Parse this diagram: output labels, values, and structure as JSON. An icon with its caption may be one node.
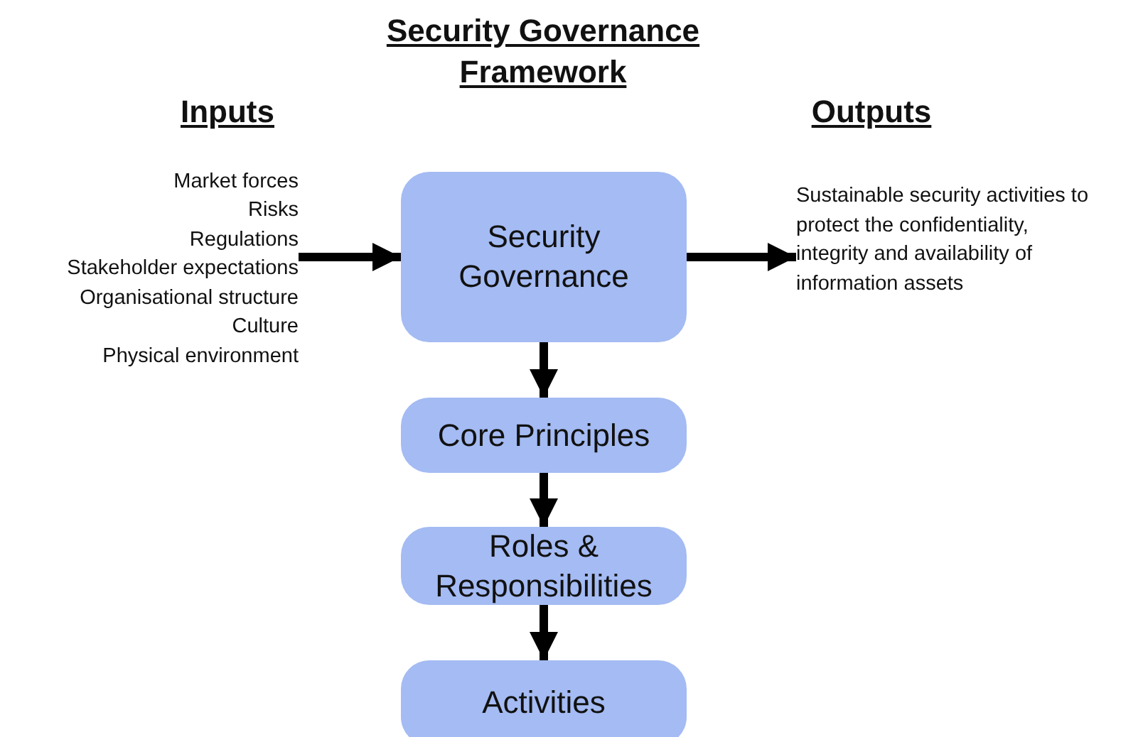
{
  "diagram": {
    "title": "Security Governance Framework",
    "nodes": [
      {
        "text": [
          "Market forces",
          "Risks",
          "Regulations",
          "Stakeholder expectations",
          "Organisational structure",
          "Culture",
          "Physical environment"
        ]
      },
      {
        "text": [
          "Security Governance"
        ]
      },
      {
        "text": [
          "Sustainable security activities to protect the confidentiality, integrity and availability of information assets"
        ]
      },
      {
        "text": [
          "Core Principles"
        ]
      },
      {
        "text": [
          "Roles & Responsibilities"
        ]
      },
      {
        "text": [
          "Activities"
        ]
      }
    ],
    "edges": [
      {
        "from": 0,
        "to": 1,
        "arrow": "to"
      },
      {
        "from": 1,
        "to": 2,
        "arrow": "to"
      },
      {
        "from": 1,
        "to": 3,
        "arrow": "to"
      },
      {
        "from": 3,
        "to": 4,
        "arrow": "to"
      },
      {
        "from": 4,
        "to": 5,
        "arrow": "to"
      }
    ],
    "labels": [
      "Inputs",
      "Outputs"
    ]
  }
}
